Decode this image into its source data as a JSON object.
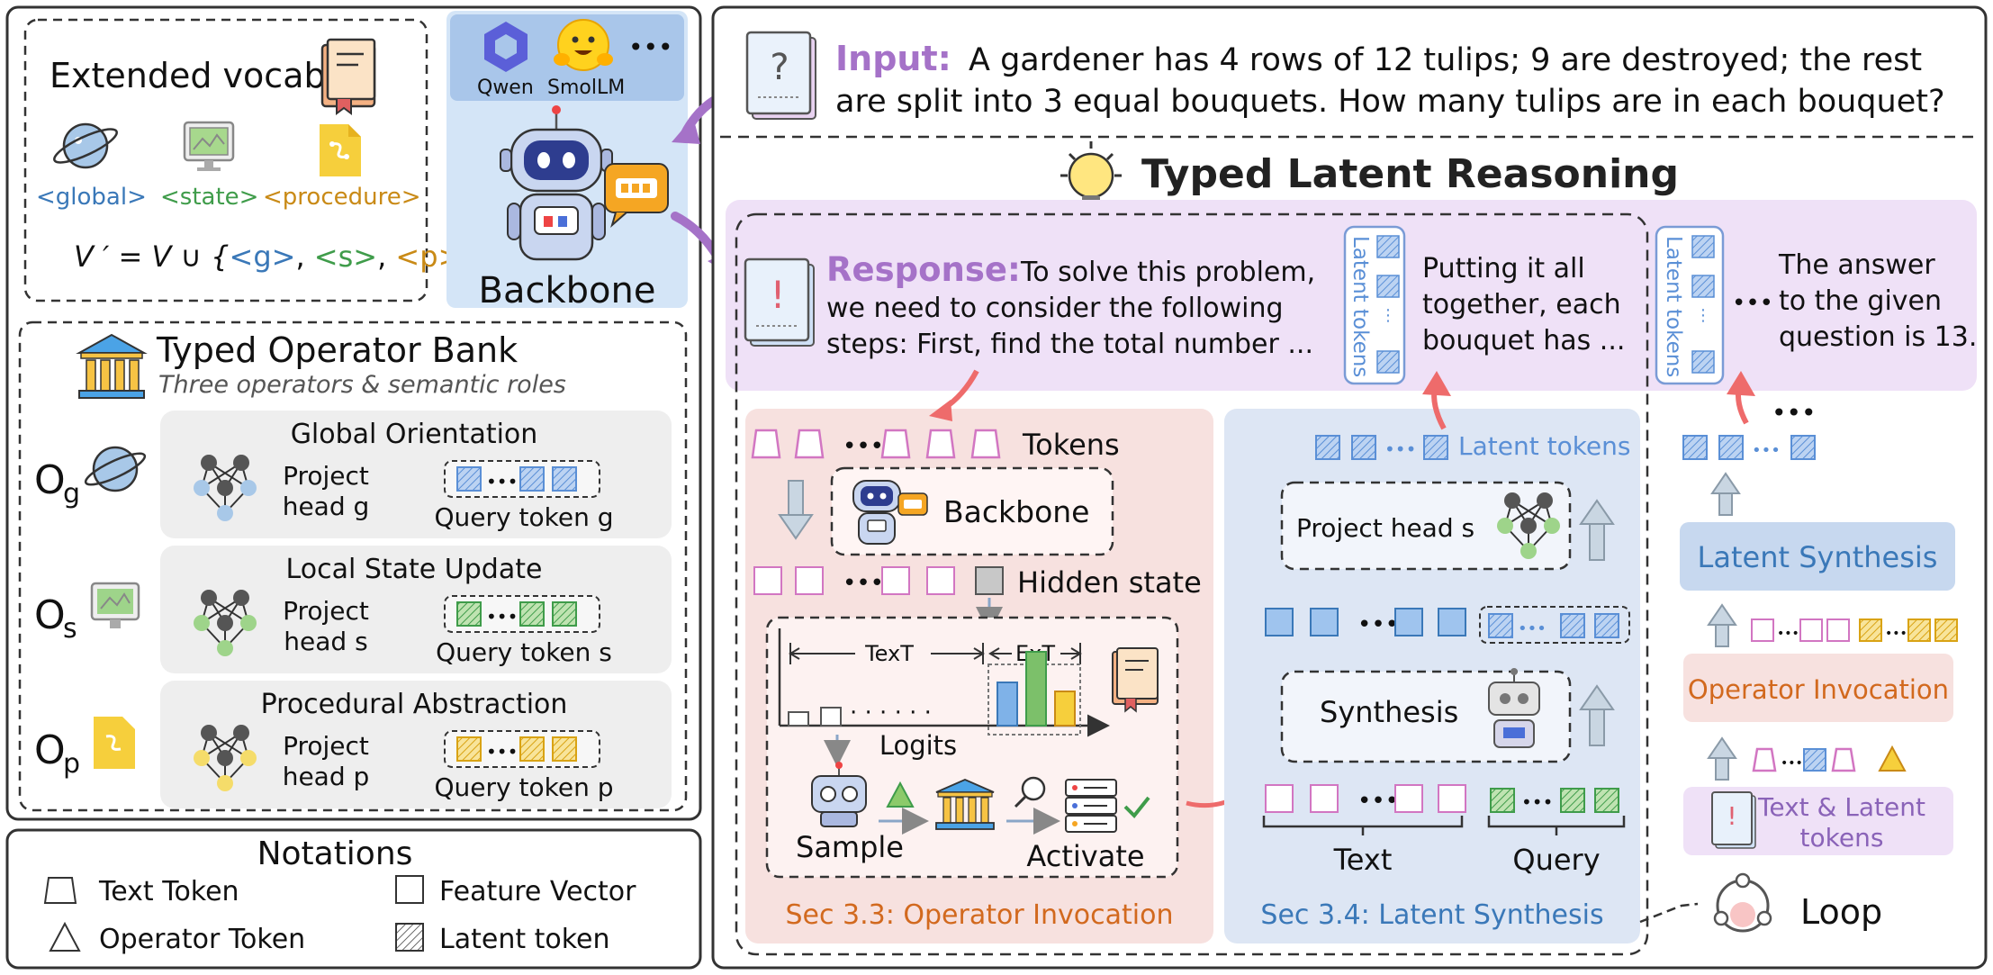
{
  "vocab": {
    "title": "Extended vocab",
    "global": "<global>",
    "state": "<state>",
    "procedure": "<procedure>",
    "formula_lhs": "V ′ = V ∪ {",
    "g": "<g>",
    "s": "<s>",
    "p": "<p>",
    "formula_end": "}",
    "sep": ", "
  },
  "backbone": {
    "model1": "Qwen",
    "model2": "SmolLM",
    "more": "•••",
    "label": "Backbone"
  },
  "bank": {
    "title": "Typed Operator Bank",
    "subtitle": "Three operators & semantic roles",
    "operators": [
      {
        "sym": "O",
        "sub": "g",
        "name": "Global Orientation",
        "head1": "Project",
        "head2": "head g",
        "query": "Query token g",
        "color": "#a8c8e8"
      },
      {
        "sym": "O",
        "sub": "s",
        "name": "Local State Update",
        "head1": "Project",
        "head2": "head s",
        "query": "Query token s",
        "color": "#9ed48a"
      },
      {
        "sym": "O",
        "sub": "p",
        "name": "Procedural Abstraction",
        "head1": "Project",
        "head2": "head p",
        "query": "Query token p",
        "color": "#f5dc6a"
      }
    ]
  },
  "notations": {
    "title": "Notations",
    "text_token": "Text Token",
    "feature_vector": "Feature Vector",
    "operator_token": "Operator Token",
    "latent_token": "Latent token"
  },
  "input": {
    "label": "Input:",
    "line1": "A gardener has 4 rows of 12 tulips; 9 are destroyed; the rest",
    "line2": "are split into 3 equal bouquets. How many tulips are in each bouquet?"
  },
  "tlr": {
    "title": "Typed Latent Reasoning"
  },
  "response": {
    "label": "Response:",
    "line1": "To solve this problem,",
    "line2": "we need to consider the following",
    "line3": "steps: First, find the total number ...",
    "mid1": "Putting it all",
    "mid2": "together, each",
    "mid3": "bouquet has ...",
    "end1": "The answer",
    "end2": "to the given",
    "end3": "question is 13.",
    "latent_vertical": "Latent tokens",
    "dots": "•••"
  },
  "sec33": {
    "tokens": "Tokens",
    "backbone": "Backbone",
    "hidden": "Hidden state",
    "text_t": "TexT",
    "ext_t": "ExT",
    "dotted": "· · · · · ·",
    "logits": "Logits",
    "sample": "Sample",
    "activate": "Activate",
    "caption": "Sec 3.3: Operator Invocation",
    "bars": [
      0.15,
      0.2,
      0.48,
      0.82,
      0.38
    ]
  },
  "sec34": {
    "latent_tokens": "Latent tokens",
    "proj": "Project head s",
    "synthesis": "Synthesis",
    "text": "Text",
    "query": "Query",
    "caption": "Sec 3.4: Latent Synthesis"
  },
  "right": {
    "latent_synthesis": "Latent Synthesis",
    "operator_invocation": "Operator Invocation",
    "tl1": "Text & Latent",
    "tl2": "tokens",
    "loop": "Loop"
  },
  "colors": {
    "purple": "#a572c8",
    "blue_text": "#3a78b8",
    "green_text": "#3f9c4a",
    "orange_text": "#c98a16",
    "sec33_text": "#d2691e",
    "pink": "#d276c2",
    "latent_blue": "#5a8fd6"
  }
}
